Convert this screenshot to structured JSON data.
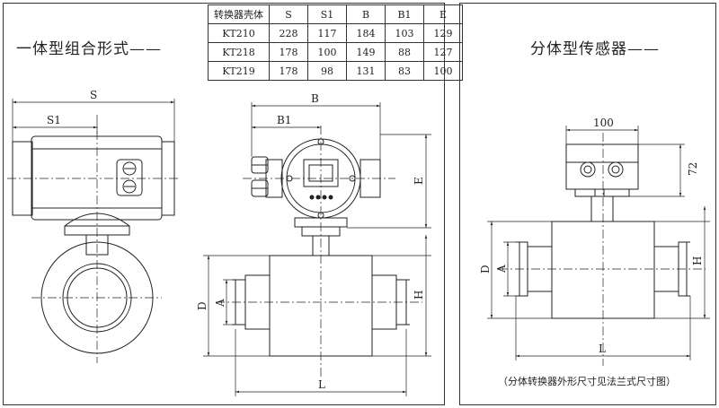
{
  "left": {
    "title": "一体型组合形式——",
    "table": {
      "headers": [
        "转换器壳体",
        "S",
        "S1",
        "B",
        "B1",
        "E"
      ],
      "rows": [
        [
          "KT210",
          "228",
          "117",
          "184",
          "103",
          "129"
        ],
        [
          "KT218",
          "178",
          "100",
          "149",
          "88",
          "127"
        ],
        [
          "KT219",
          "178",
          "98",
          "131",
          "83",
          "100"
        ]
      ]
    },
    "dim_labels": {
      "S": "S",
      "S1": "S1",
      "B": "B",
      "B1": "B1",
      "E": "E",
      "D": "D",
      "A": "A",
      "H": "H",
      "L": "L"
    }
  },
  "right": {
    "title": "分体型传感器——",
    "dim_labels": {
      "width": "100",
      "height": "72",
      "D": "D",
      "A": "A",
      "H": "H",
      "L": "L"
    },
    "note": "（分体转换器外形尺寸见法兰式尺寸图）"
  }
}
